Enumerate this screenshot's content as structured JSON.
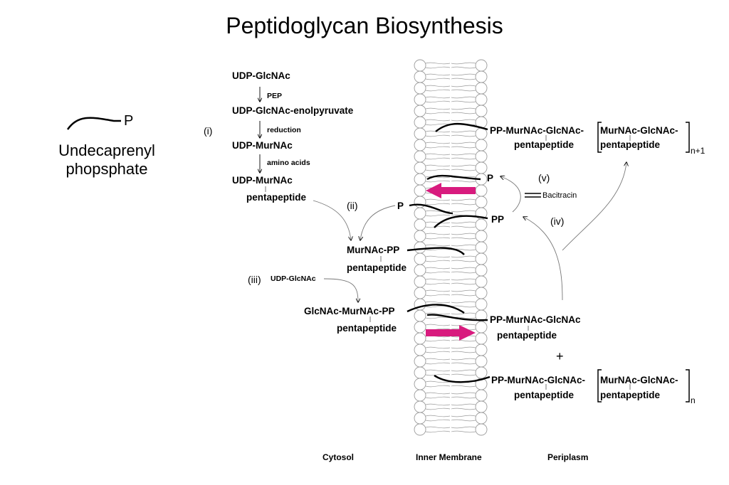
{
  "title": "Peptidoglycan Biosynthesis",
  "legend": {
    "p_symbol": "P",
    "name_line1": "Undecaprenyl",
    "name_line2": "phopsphate"
  },
  "cytosol_pathway": {
    "step_i_label": "(i)",
    "compounds": [
      "UDP-GlcNAc",
      "UDP-GlcNAc-enolpyruvate",
      "UDP-MurNAc",
      "UDP-MurNAc"
    ],
    "last_compound_line2": "pentapeptide",
    "reagents": [
      "PEP",
      "reduction",
      "amino acids"
    ]
  },
  "lipid_intermediates": {
    "step_ii_label": "(ii)",
    "p_carrier": "P",
    "lipid1_line1": "MurNAc-PP",
    "lipid1_line2": "pentapeptide",
    "step_iii_label": "(iii)",
    "udp_glcnac": "UDP-GlcNAc",
    "lipid2_line1": "GlcNAc-MurNAc-PP",
    "lipid2_line2": "pentapeptide"
  },
  "periplasm_side": {
    "top_line1": "PP-MurNAc-GlcNAc-",
    "top_line2": "pentapeptide",
    "top_bracket_line1": "MurNAc-GlcNAc-",
    "top_bracket_line2": "pentapeptide",
    "top_subscript": "n+1",
    "step_v_label": "(v)",
    "p_label": "P",
    "bacitracin": "Bacitracin",
    "pp_label": "PP",
    "step_iv_label": "(iv)",
    "mid_line1": "PP-MurNAc-GlcNAc",
    "mid_line2": "pentapeptide",
    "plus": "+",
    "bottom_line1": "PP-MurNAc-GlcNAc-",
    "bottom_line2": "pentapeptide",
    "bottom_bracket_line1": "MurNAc-GlcNAc-",
    "bottom_bracket_line2": "pentapeptide",
    "bottom_subscript": "n"
  },
  "regions": [
    "Cytosol",
    "Inner Membrane",
    "Periplasm"
  ],
  "colors": {
    "flip_arrow": "#d81b7e",
    "membrane": "#9a9a9a"
  }
}
